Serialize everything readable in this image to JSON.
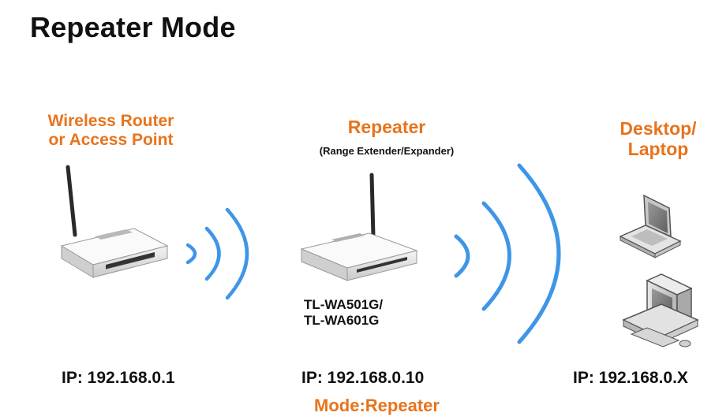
{
  "title": "Repeater Mode",
  "router": {
    "label_line1": "Wireless Router",
    "label_line2": "or  Access Point",
    "ip": "IP: 192.168.0.1"
  },
  "repeater": {
    "label": "Repeater",
    "sublabel": "(Range Extender/Expander)",
    "model_line1": "TL-WA501G/",
    "model_line2": "TL-WA601G",
    "ip": "IP: 192.168.0.10",
    "mode": "Mode:Repeater"
  },
  "client": {
    "label_line1": "Desktop/",
    "label_line2": "Laptop",
    "ip": "IP: 192.168.0.X"
  },
  "colors": {
    "accent_orange": "#e8731c",
    "wave_blue": "#3f95e6",
    "text": "#111111"
  },
  "icons": [
    "router-icon",
    "repeater-icon",
    "laptop-icon",
    "desktop-icon",
    "wifi-wave-icon"
  ]
}
